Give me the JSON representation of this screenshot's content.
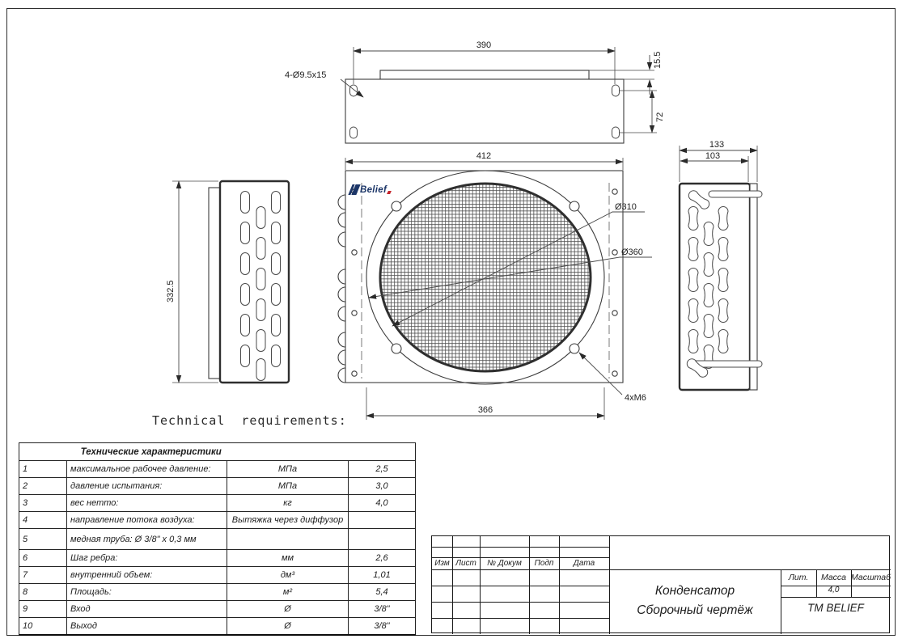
{
  "drawing": {
    "logo_text": "Belief",
    "tech_heading": "Technical  requirements:",
    "dims": {
      "top_width": "390",
      "top_plate": "15.5",
      "top_holes": "72",
      "top_note": "4-Ø9.5x15",
      "front_width": "412",
      "front_span": "366",
      "mesh_dia": "Ø310",
      "ring_dia": "Ø360",
      "screw_note": "4xM6",
      "side_height": "332.5",
      "depth_total": "133",
      "depth_body": "103"
    }
  },
  "spec_table": {
    "title": "Технические характеристики",
    "rows": [
      {
        "num": "1",
        "name": "максимальное рабочее давление:",
        "unit": "МПа",
        "value": "2,5"
      },
      {
        "num": "2",
        "name": "давление испытания:",
        "unit": "МПа",
        "value": "3,0"
      },
      {
        "num": "3",
        "name": "вес нетто:",
        "unit": "кг",
        "value": "4,0"
      },
      {
        "num": "4",
        "name": "направление потока воздуха:",
        "unit": "Вытяжка через диффузор",
        "value": ""
      },
      {
        "num": "5",
        "name": "медная труба: Ø 3/8\" x 0,3 мм",
        "unit": "",
        "value": ""
      },
      {
        "num": "6",
        "name": "Шаг ребра:",
        "unit": "мм",
        "value": "2,6"
      },
      {
        "num": "7",
        "name": "внутренний объем:",
        "unit": "дм³",
        "value": "1,01"
      },
      {
        "num": "8",
        "name": "Площадь:",
        "unit": "м²",
        "value": "5,4"
      },
      {
        "num": "9",
        "name": "Вход",
        "unit": "Ø",
        "value": "3/8\""
      },
      {
        "num": "10",
        "name": "Выход",
        "unit": "Ø",
        "value": "3/8\""
      }
    ]
  },
  "title_block": {
    "col_izm": "Изм",
    "col_list": "Лист",
    "col_dokum": "№ Докум",
    "col_podp": "Подп",
    "col_data": "Дата",
    "doc_title_1": "Конденсатор",
    "doc_title_2": "Сборочный чертёж",
    "brand": "TM BELIEF",
    "lit": "Лит.",
    "mass": "Масса",
    "scale": "Масштаб",
    "mass_value": "4,0"
  }
}
